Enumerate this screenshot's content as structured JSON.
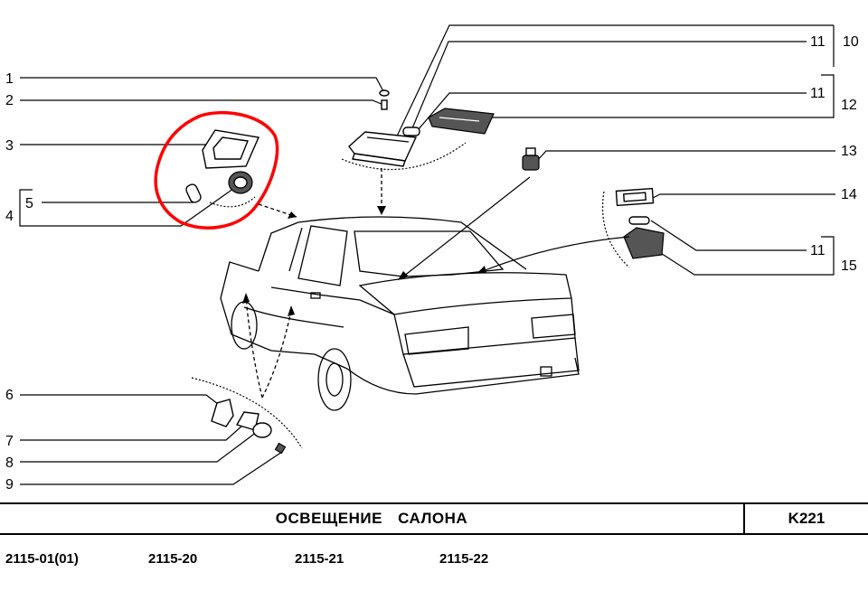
{
  "callouts": {
    "n1": "1",
    "n2": "2",
    "n3": "3",
    "n4": "4",
    "n5": "5",
    "n6": "6",
    "n7": "7",
    "n8": "8",
    "n9": "9",
    "n10": "10",
    "n11a": "11",
    "n11b": "11",
    "n11c": "11",
    "n12": "12",
    "n13": "13",
    "n14": "14",
    "n15": "15"
  },
  "title_block": {
    "title": "ОСВЕЩЕНИЕ   САЛОНА",
    "code": "K221"
  },
  "models": [
    "2115-01(01)",
    "2115-20",
    "2115-21",
    "2115-22"
  ],
  "colors": {
    "line": "#000000",
    "highlight": "#ff0000",
    "background": "#ffffff"
  }
}
